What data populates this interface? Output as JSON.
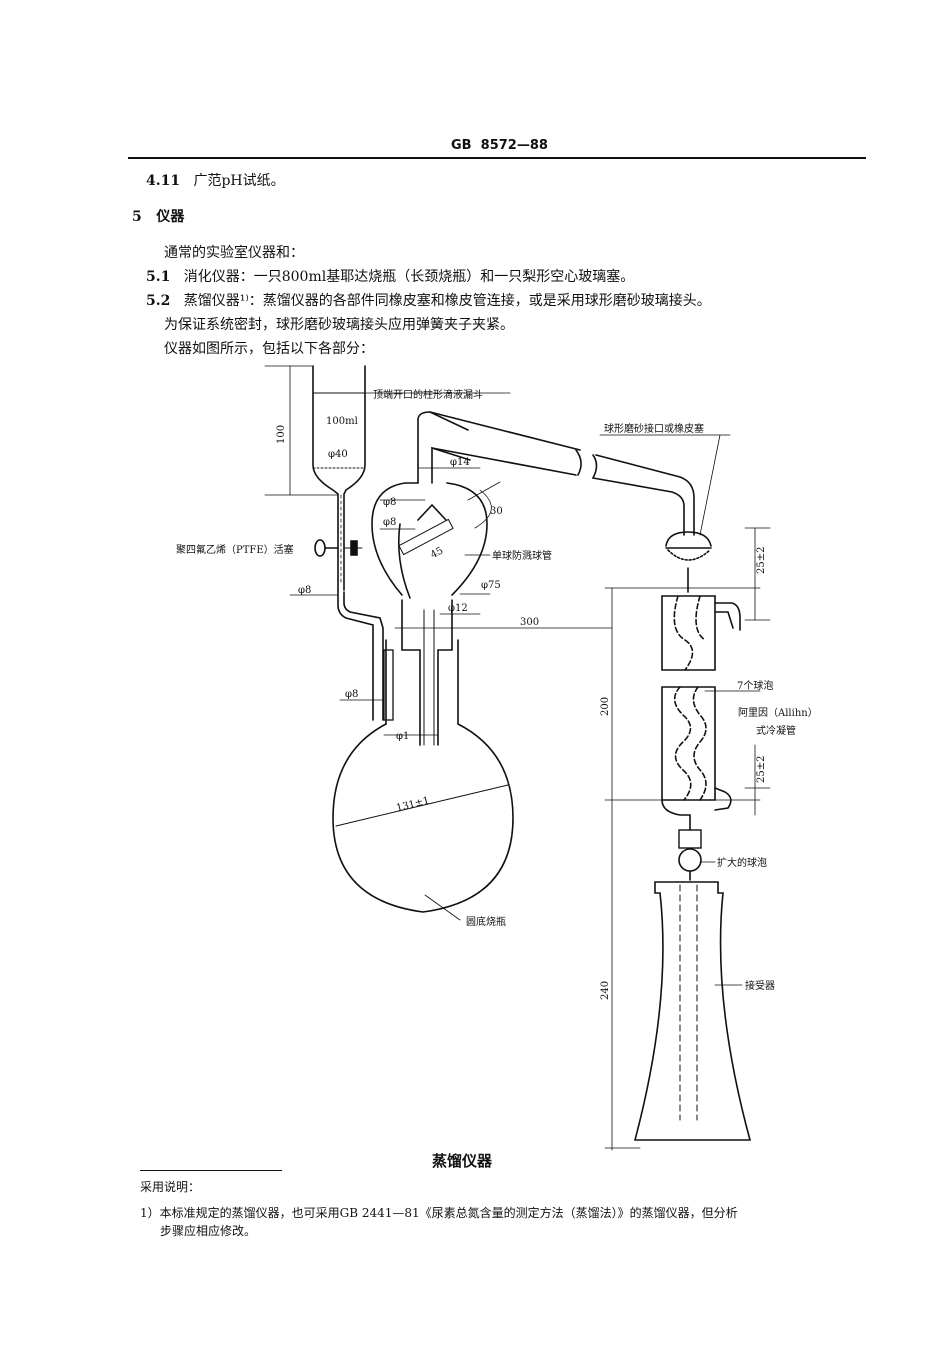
{
  "header": {
    "std": "GB",
    "num": "8572—88"
  },
  "sections": {
    "s4_11_num": "4.11",
    "s4_11_text": "广范pH试纸。",
    "s5_num": "5",
    "s5_title": "仪器",
    "intro": "通常的实验室仪器和：",
    "s5_1_num": "5.1",
    "s5_1_text": "消化仪器：一只800ml基耶达烧瓶（长颈烧瓶）和一只梨形空心玻璃塞。",
    "s5_2_num": "5.2",
    "s5_2_text": "蒸馏仪器¹⁾：蒸馏仪器的各部件同橡皮塞和橡皮管连接，或是采用球形磨砂玻璃接头。",
    "s5_2_cont": "为保证系统密封，球形磨砂玻璃接头应用弹簧夹子夹紧。",
    "s5_2_cont2": "仪器如图所示，包括以下各部分："
  },
  "figure": {
    "labels": {
      "funnel": "顶端开口的柱形滴液漏斗",
      "vol": "100ml",
      "d40": "φ40",
      "dim100": "100",
      "d14": "φ14",
      "d8a": "φ8",
      "d8b": "φ8",
      "d30": "30",
      "d45": "45",
      "splash": "单球防溅球管",
      "d75": "φ75",
      "d12": "φ12",
      "stopcock": "聚四氟乙烯（PTFE）活塞",
      "d8c": "φ8",
      "d8d": "φ8",
      "d1": "φ1",
      "d131": "131±1",
      "flask": "圆底烧瓶",
      "joint": "球形磨砂接口或橡皮塞",
      "d25a": "25±2",
      "d300": "300",
      "bulbs": "7个球泡",
      "allihn1": "阿里因（Allihn）",
      "allihn2": "式冷凝管",
      "d200": "200",
      "d25b": "25±2",
      "bulb": "扩大的球泡",
      "receiver": "接受器",
      "d240": "240"
    },
    "caption": "蒸馏仪器"
  },
  "footnote": {
    "title": "采用说明：",
    "line1": "1）本标准规定的蒸馏仪器，也可采用GB 2441—81《尿素总氮含量的测定方法（蒸馏法）》的蒸馏仪器，但分析",
    "line2": "步骤应相应修改。"
  }
}
